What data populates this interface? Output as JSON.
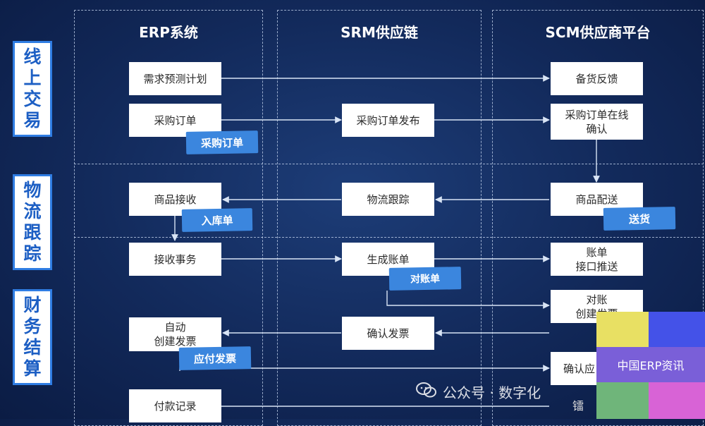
{
  "columns": {
    "erp": "ERP系统",
    "srm": "SRM供应链",
    "scm": "SCM供应商平台"
  },
  "side_labels": {
    "online_trade": [
      "线",
      "上",
      "交",
      "易"
    ],
    "logistics": [
      "物",
      "流",
      "跟",
      "踪"
    ],
    "finance": [
      "财",
      "务",
      "结",
      "算"
    ]
  },
  "boxes": {
    "demand_forecast": [
      "需求预测计划"
    ],
    "purchase_order": [
      "采购订单"
    ],
    "goods_receipt": [
      "商品接收"
    ],
    "receive_transaction": [
      "接收事务"
    ],
    "auto_invoice": [
      "自动",
      "创建发票"
    ],
    "payment_record": [
      "付款记录"
    ],
    "po_publish": [
      "采购订单发布"
    ],
    "logistics_tracking": [
      "物流跟踪"
    ],
    "generate_bill": [
      "生成账单"
    ],
    "confirm_invoice": [
      "确认发票"
    ],
    "stock_feedback": [
      "备货反馈"
    ],
    "po_online_confirm": [
      "采购订单在线",
      "确认"
    ],
    "goods_delivery": [
      "商品配送"
    ],
    "bill_push": [
      "账单",
      "接口推送"
    ],
    "reconcile_invoice": [
      "对账",
      "创建发票"
    ],
    "confirm_partial": [
      "确认应"
    ]
  },
  "tags": {
    "purchase_order": "采购订单",
    "warehouse_entry": "入库单",
    "delivery": "送货",
    "statement": "对账单",
    "payable_invoice": "应付发票"
  },
  "watermark": {
    "text": "公众号 · 数字化",
    "icon": "wechat-icon",
    "partial": "镭"
  },
  "badge": {
    "label": "中国ERP资讯",
    "colors": [
      "#e8e063",
      "#4452e8",
      "#7a5fd8",
      "#6fb57a",
      "#d863d6"
    ]
  },
  "colors": {
    "background": "#12295a",
    "accent": "#3b86de",
    "side_border": "#2f7de3"
  }
}
